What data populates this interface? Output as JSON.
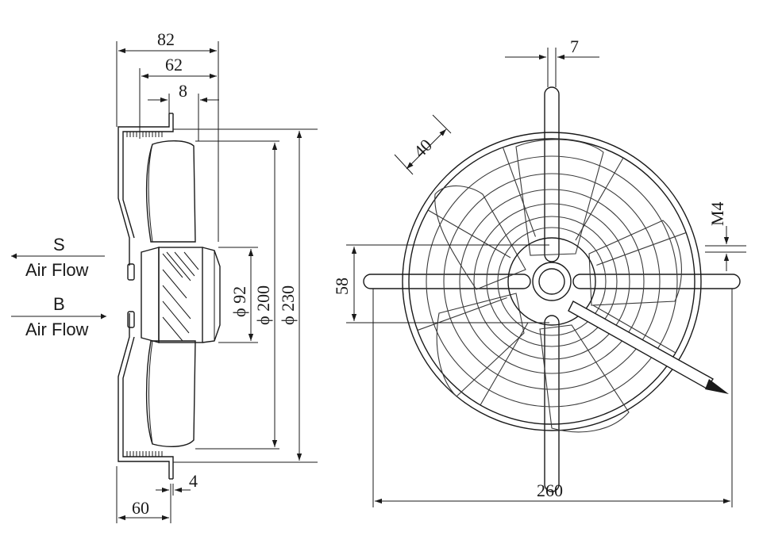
{
  "side_view": {
    "dims": {
      "overall_depth": "82",
      "depth_62": "62",
      "offset_8": "8",
      "dia_92": "ϕ 92",
      "dia_200": "ϕ 200",
      "dia_230": "ϕ 230",
      "flange_4": "4",
      "depth_60": "60"
    },
    "airflow": {
      "s_letter": "S",
      "s_label": "Air Flow",
      "b_letter": "B",
      "b_label": "Air Flow"
    }
  },
  "front_view": {
    "dims": {
      "rib_width": "7",
      "blade_40": "40",
      "thread": "M4",
      "hub_58": "58",
      "overall_width": "260"
    }
  },
  "colors": {
    "line": "#1a1a1a",
    "background": "#ffffff"
  }
}
